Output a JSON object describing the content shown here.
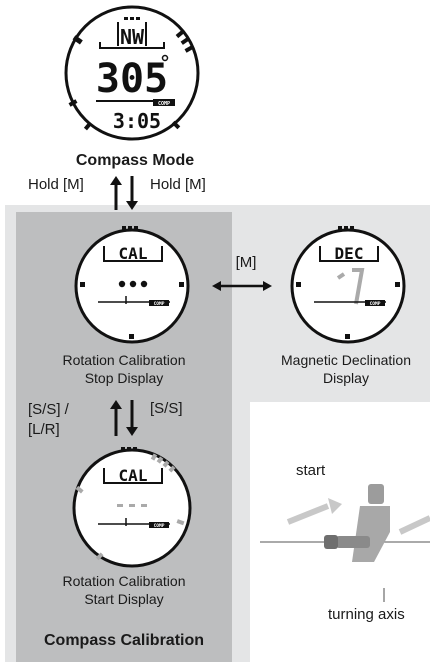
{
  "compass_mode": {
    "heading": "NW",
    "bearing": "305",
    "time": "3:05",
    "comp_tag": "COMP",
    "caption": "Compass Mode"
  },
  "arrows": {
    "hold_left": "Hold [M]",
    "hold_right": "Hold [M]",
    "m_label": "[M]",
    "ss_lr": "[S/S] /\n[L/R]",
    "ss": "[S/S]"
  },
  "calibration_stop": {
    "display_text": "CAL",
    "comp_tag": "COMP",
    "caption_line1": "Rotation Calibration",
    "caption_line2": "Stop Display"
  },
  "declination": {
    "display_text": "DEC",
    "comp_tag": "COMP",
    "caption_line1": "Magnetic Declination",
    "caption_line2": "Display"
  },
  "calibration_start": {
    "display_text": "CAL",
    "comp_tag": "COMP",
    "caption_line1": "Rotation Calibration",
    "caption_line2": "Start Display"
  },
  "section_title": "Compass Calibration",
  "rotation_illustration": {
    "start_label": "start",
    "axis_label": "turning axis"
  }
}
